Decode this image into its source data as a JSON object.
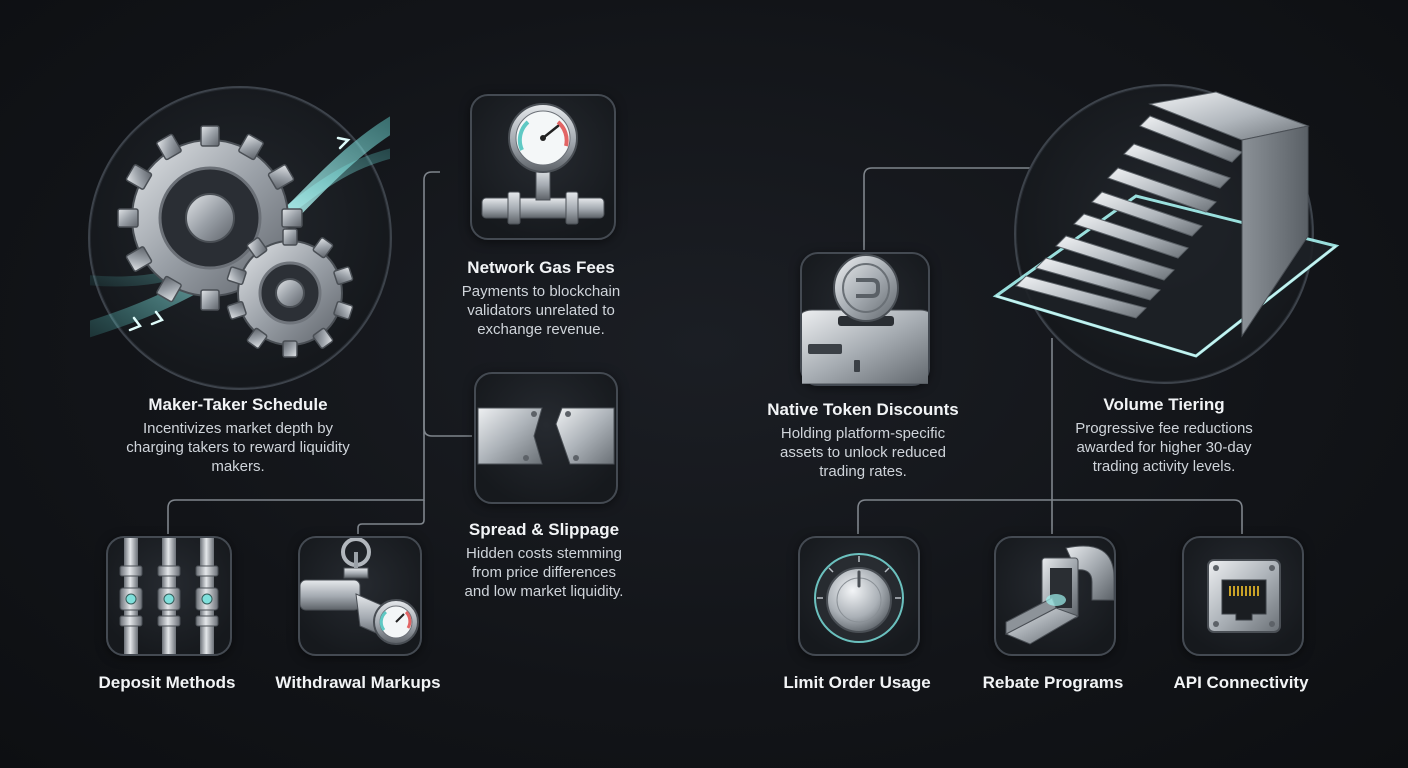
{
  "nodes": {
    "maker_taker": {
      "title": "Maker-Taker Schedule",
      "desc": "Incentivizes market depth by charging takers to reward liquidity makers.",
      "icon": "gears-icon"
    },
    "gas_fees": {
      "title": "Network Gas Fees",
      "desc": "Payments to blockchain validators unrelated to exchange revenue.",
      "icon": "pressure-gauge-icon"
    },
    "spread": {
      "title": "Spread & Slippage",
      "desc": "Hidden costs stemming from price differences and low market liquidity.",
      "icon": "gap-plates-icon"
    },
    "deposit": {
      "title": "Deposit Methods",
      "icon": "pipes-icon"
    },
    "withdrawal": {
      "title": "Withdrawal Markups",
      "icon": "valve-gauge-icon"
    },
    "native_token": {
      "title": "Native Token Discounts",
      "desc": "Holding platform-specific assets to unlock reduced trading rates.",
      "icon": "coin-slot-icon"
    },
    "volume": {
      "title": "Volume Tiering",
      "desc": "Progressive fee reductions awarded for higher 30-day trading activity levels.",
      "icon": "staircase-icon"
    },
    "limit_order": {
      "title": "Limit Order Usage",
      "icon": "dial-knob-icon"
    },
    "rebate": {
      "title": "Rebate Programs",
      "icon": "return-chute-icon"
    },
    "api": {
      "title": "API Connectivity",
      "icon": "ethernet-port-icon"
    }
  },
  "colors": {
    "accent_glow": "#9ff3f0",
    "connector": "#8a9097",
    "metal": "#b9bec4",
    "background": "#121418"
  }
}
